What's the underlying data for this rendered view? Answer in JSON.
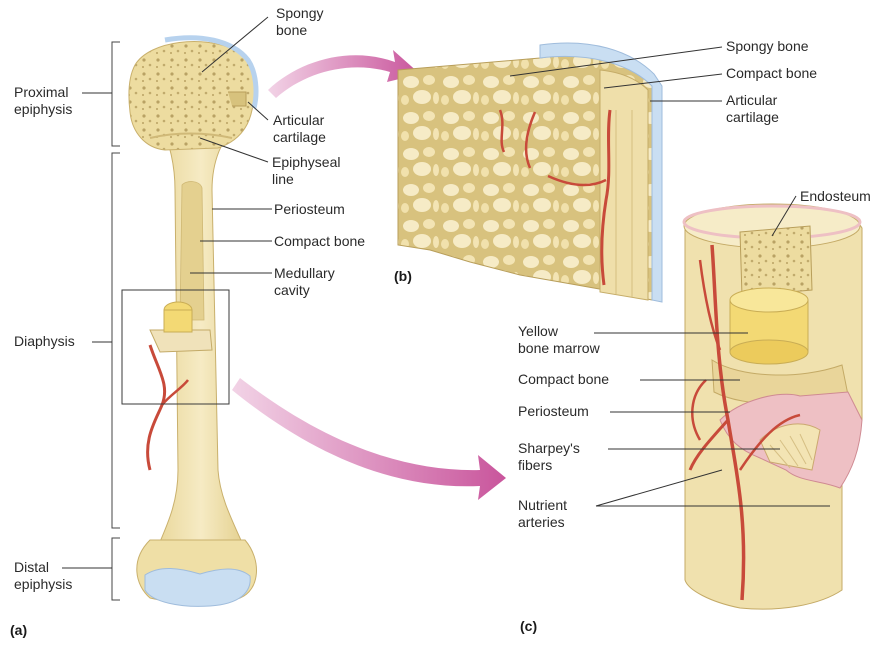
{
  "figure": {
    "panels": {
      "a": "(a)",
      "b": "(b)",
      "c": "(c)"
    },
    "labels_a": {
      "spongy_bone": [
        "Spongy",
        "bone"
      ],
      "proximal_epiphysis": [
        "Proximal",
        "epiphysis"
      ],
      "articular_cartilage": [
        "Articular",
        "cartilage"
      ],
      "epiphyseal_line": [
        "Epiphyseal",
        "line"
      ],
      "periosteum": "Periosteum",
      "compact_bone": "Compact bone",
      "medullary_cavity": [
        "Medullary",
        "cavity"
      ],
      "diaphysis": "Diaphysis",
      "distal_epiphysis": [
        "Distal",
        "epiphysis"
      ]
    },
    "labels_b": {
      "spongy_bone": "Spongy bone",
      "compact_bone": "Compact bone",
      "articular_cartilage": [
        "Articular",
        "cartilage"
      ]
    },
    "labels_c": {
      "endosteum": "Endosteum",
      "yellow_bone_marrow": [
        "Yellow",
        "bone marrow"
      ],
      "compact_bone": "Compact bone",
      "periosteum": "Periosteum",
      "sharpeys_fibers": [
        "Sharpey's",
        "fibers"
      ],
      "nutrient_arteries": [
        "Nutrient",
        "arteries"
      ]
    },
    "colors": {
      "bone": "#f2e3b0",
      "bone_dark": "#d9c485",
      "cartilage": "#c9def2",
      "artery": "#c84a3a",
      "marrow": "#f3dc7a",
      "periosteum_pink": "#eec0c4",
      "arrow": "#c9559c",
      "leader": "#333333"
    }
  }
}
